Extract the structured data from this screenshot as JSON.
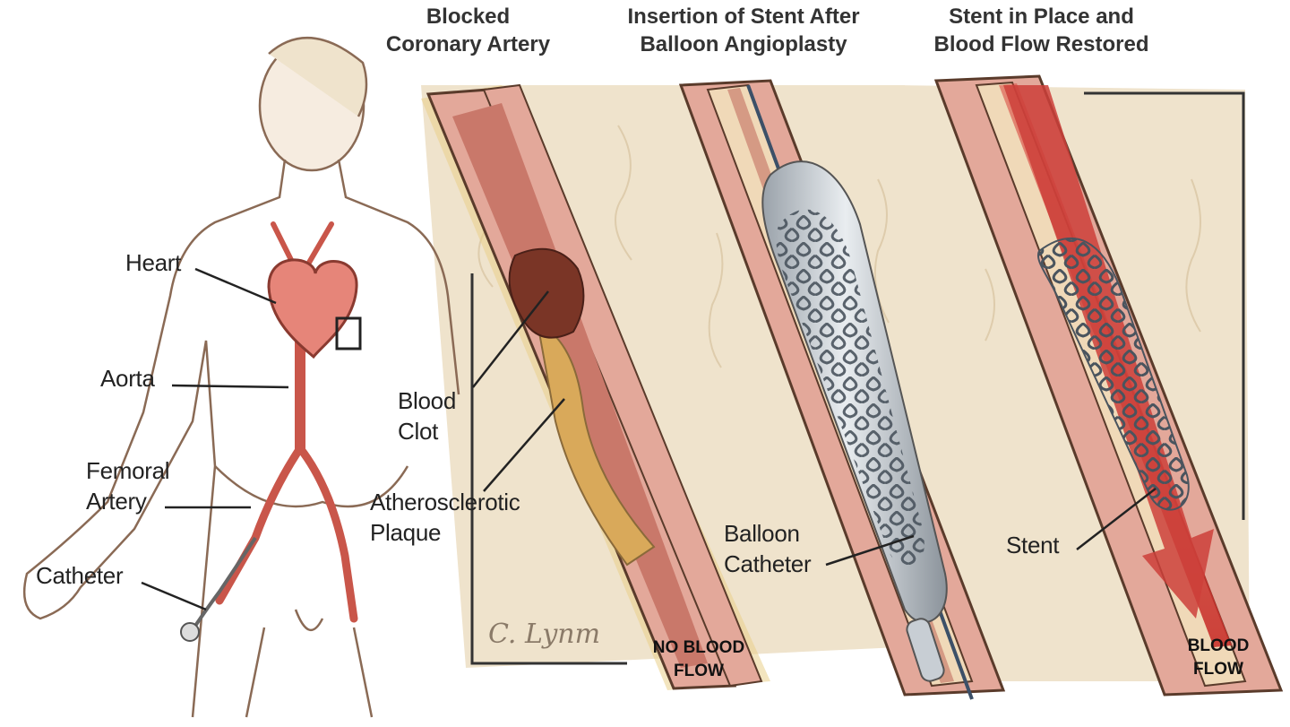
{
  "headers": {
    "panel1": [
      "Blocked",
      "Coronary Artery"
    ],
    "panel2": [
      "Insertion of Stent After",
      "Balloon Angioplasty"
    ],
    "panel3": [
      "Stent in Place and",
      "Blood Flow Restored"
    ]
  },
  "body_labels": {
    "heart": "Heart",
    "aorta": "Aorta",
    "femoral": [
      "Femoral",
      "Artery"
    ],
    "catheter": "Catheter"
  },
  "artery_labels": {
    "blood_clot": [
      "Blood",
      "Clot"
    ],
    "plaque": [
      "Atherosclerotic",
      "Plaque"
    ],
    "balloon_catheter": [
      "Balloon",
      "Catheter"
    ],
    "stent": "Stent"
  },
  "flow_labels": {
    "no_flow": [
      "NO BLOOD",
      "FLOW"
    ],
    "flow": [
      "BLOOD",
      "FLOW"
    ]
  },
  "signature": "C. Lynm",
  "colors": {
    "tissue": "#efe3cc",
    "plaque": "#e9d08a",
    "wall": "#e3a89a",
    "lumen": "#c9786a",
    "blood": "#cc3f3a",
    "outline": "#5a3b2b",
    "stent": "#7d8791"
  }
}
